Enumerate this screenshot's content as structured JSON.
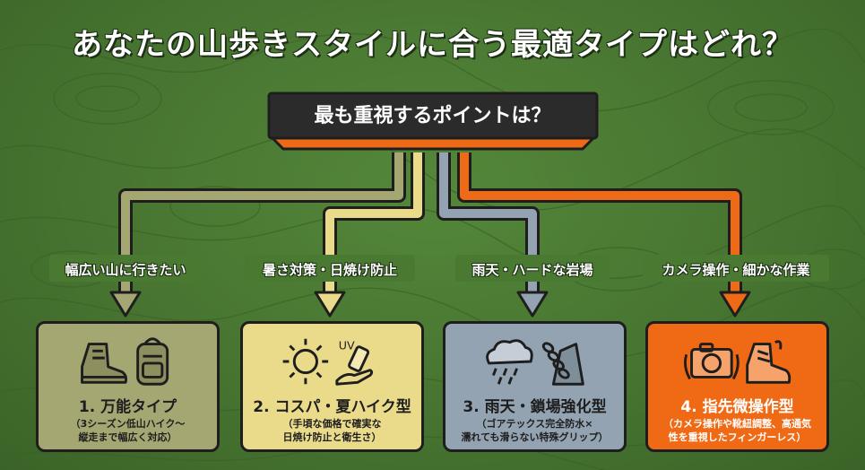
{
  "title": "あなたの山歩きスタイルに合う最適タイプはどれ？",
  "question": "最も重視するポイントは？",
  "branches": [
    {
      "condition": "幅広い山に行きたい",
      "name": "1. 万能タイプ",
      "desc_line1": "（3シーズン低山ハイク〜",
      "desc_line2": "縦走まで幅広く対応）",
      "icons": [
        "hiking-boot-icon",
        "backpack-icon"
      ]
    },
    {
      "condition": "暑さ対策・日焼け防止",
      "name": "2. コスパ・夏ハイク型",
      "desc_line1": "（手頃な価格で確実な",
      "desc_line2": "日焼け防止と衛生さ）",
      "icons": [
        "sun-icon",
        "sunscreen-uv-icon"
      ],
      "uv_label": "UV"
    },
    {
      "condition": "雨天・ハードな岩場",
      "name": "3. 雨天・鎖場強化型",
      "desc_line1": "（ゴアテックス完全防水×",
      "desc_line2": "濡れても滑らない特殊グリップ）",
      "icons": [
        "rain-cloud-icon",
        "chain-rock-icon"
      ]
    },
    {
      "condition": "カメラ操作・細かな作業",
      "name": "4. 指先微操作型",
      "desc_line1": "（カメラ操作や靴紐調整、高通気",
      "desc_line2": "性を重視したフィンガーレス）",
      "icons": [
        "camera-hands-icon",
        "boot-lacing-icon"
      ]
    }
  ],
  "colors": {
    "background": "#4a7a32",
    "question_box": "#2b2b2b",
    "accent_orange": "#ee6a16",
    "branch1": "#a5a773",
    "branch2": "#eadb8b",
    "branch3": "#94a3b1",
    "branch4": "#f06a16"
  }
}
